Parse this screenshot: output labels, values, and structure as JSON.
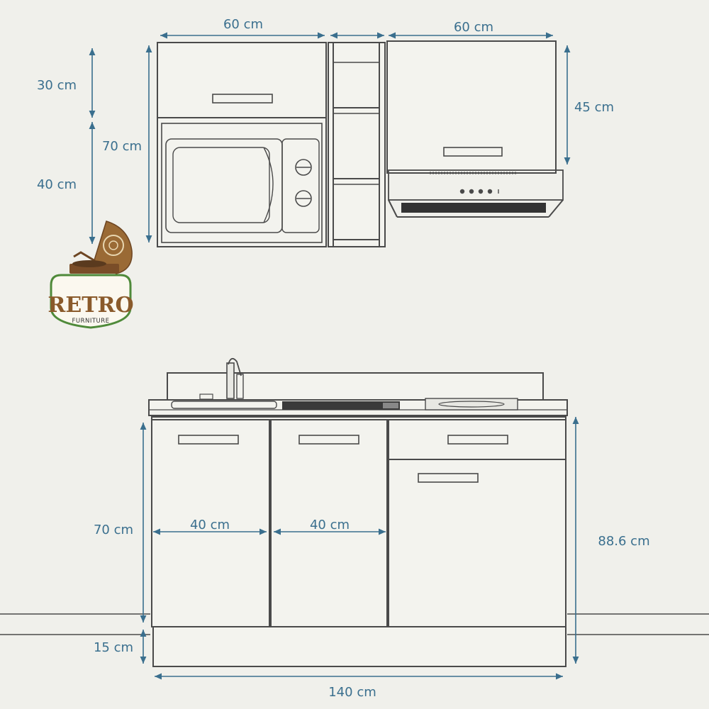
{
  "dimensions": {
    "upper_left_width": "60 cm",
    "upper_right_width": "60 cm",
    "upper_top_height": "30 cm",
    "upper_total_height": "70 cm",
    "microwave_height": "40 cm",
    "upper_right_height": "45 cm",
    "base_height": "70 cm",
    "door_left_width": "40 cm",
    "door_mid_width": "40 cm",
    "total_height": "88.6 cm",
    "plinth_height": "15 cm",
    "total_width": "140 cm"
  },
  "logo": {
    "name": "RETRO",
    "tagline": "FURNITURE"
  },
  "colors": {
    "background": "#f0f0eb",
    "line": "#4a4a4a",
    "dimension": "#3a6f8e",
    "logo_brown": "#8a5a2b",
    "logo_green": "#4f8a3a"
  }
}
